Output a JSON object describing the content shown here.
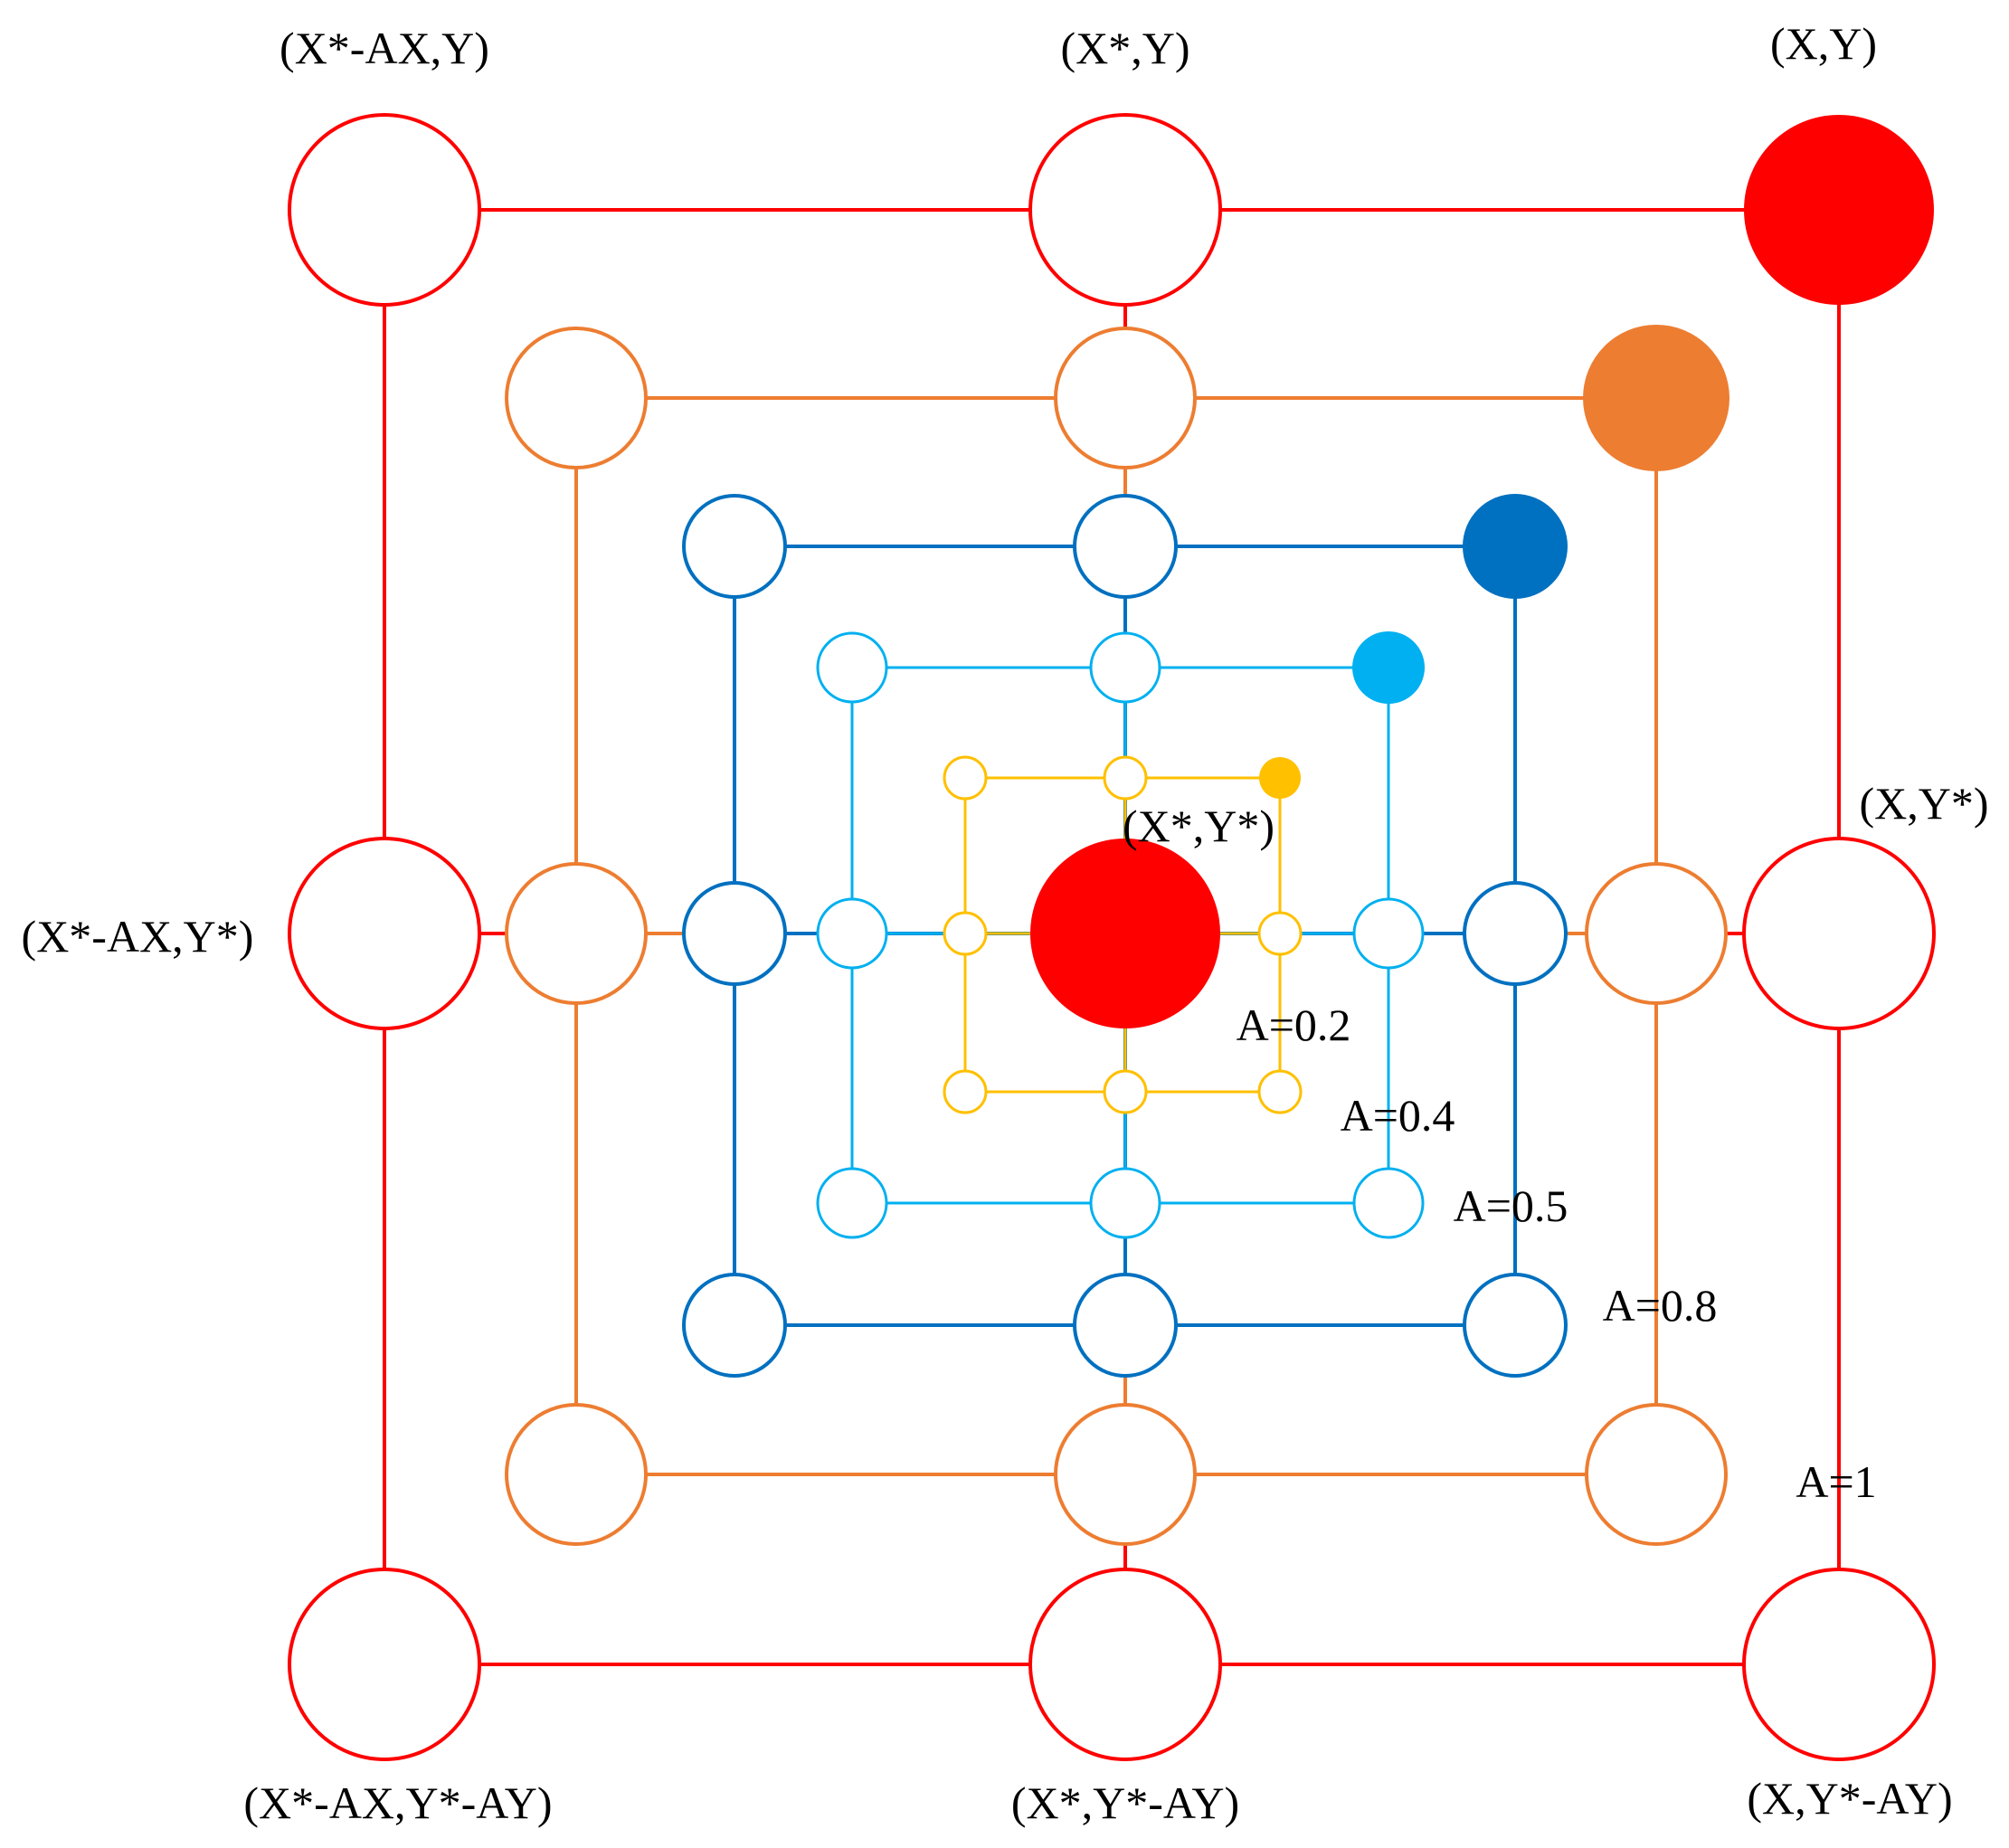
{
  "colors": {
    "A1": "#FF0000",
    "A0.8": "#ED7D31",
    "A0.5": "#0070C0",
    "A0.4": "#00B0F0",
    "A0.2": "#FFC000",
    "background": "#FFFFFF",
    "text": "#000000"
  },
  "center": {
    "label": "(X*,Y*)"
  },
  "corner_labels": {
    "top_left": "(X*-AX,Y)",
    "top_mid": "(X*,Y)",
    "top_right": "(X,Y)",
    "mid_left": "(X*-AX,Y*)",
    "mid_right": "(X,Y*)",
    "bottom_left": "(X*-AX,Y*-AY)",
    "bottom_mid": "(X*,Y*-AY)",
    "bottom_right": "(X,Y*-AY)"
  },
  "squares": [
    {
      "id": "A1",
      "label": "A=1",
      "filled_corner": "top-right"
    },
    {
      "id": "A0.8",
      "label": "A=0.8",
      "filled_corner": "top-right"
    },
    {
      "id": "A0.5",
      "label": "A=0.5",
      "filled_corner": "top-right"
    },
    {
      "id": "A0.4",
      "label": "A=0.4",
      "filled_corner": "top-right"
    },
    {
      "id": "A0.2",
      "label": "A=0.2",
      "filled_corner": "top-right"
    }
  ]
}
